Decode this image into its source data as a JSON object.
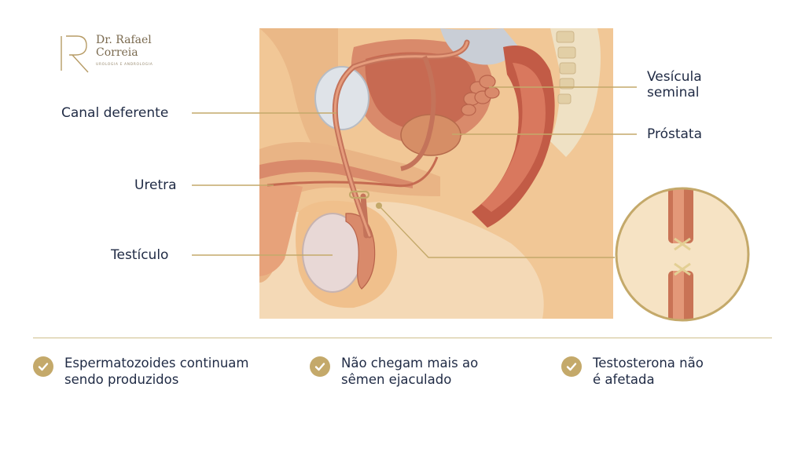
{
  "logo": {
    "line1": "Dr. Rafael",
    "line2": "Correia",
    "tagline": "UROLOGIA E ANDROLOGIA"
  },
  "labels": {
    "canal": "Canal deferente",
    "uretra": "Uretra",
    "testiculo": "Testículo",
    "vesicula_1": "Vesícula",
    "vesicula_2": "seminal",
    "prostata": "Próstata"
  },
  "features": [
    {
      "line1": "Espermatozoides continuam",
      "line2": "sendo produzidos"
    },
    {
      "line1": "Não chegam mais ao",
      "line2": "sêmen ejaculado"
    },
    {
      "line1": "Testosterona não",
      "line2": "é afetada"
    }
  ],
  "icons": [
    "check-icon",
    "logo-mark-icon"
  ],
  "colors": {
    "gold": "#c4a96a",
    "navy": "#1f2a44",
    "skin": "#f1c796",
    "tissue": "#d98a6b"
  }
}
